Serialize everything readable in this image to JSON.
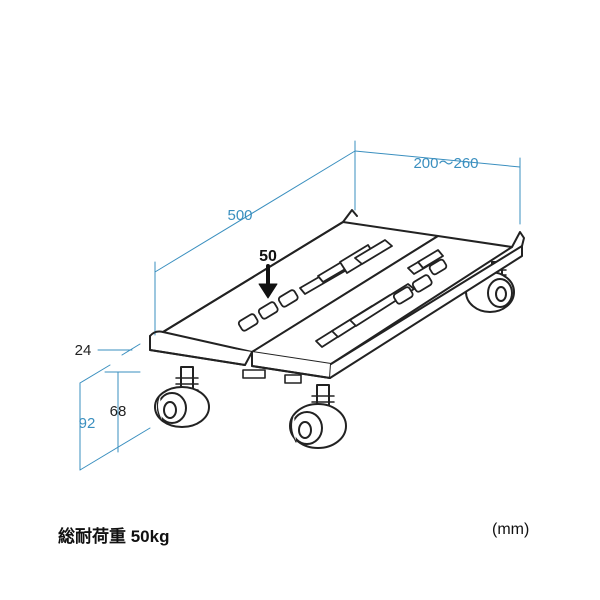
{
  "dimensions": {
    "length": "500",
    "width": "200〜260",
    "plate_height": "24",
    "total_height": "92",
    "caster_height": "68",
    "slot_spacing": "50"
  },
  "load_capacity": "総耐荷重 50kg",
  "unit": "(mm)",
  "colors": {
    "dimension": "#3a8fbf",
    "drawing": "#222222"
  }
}
